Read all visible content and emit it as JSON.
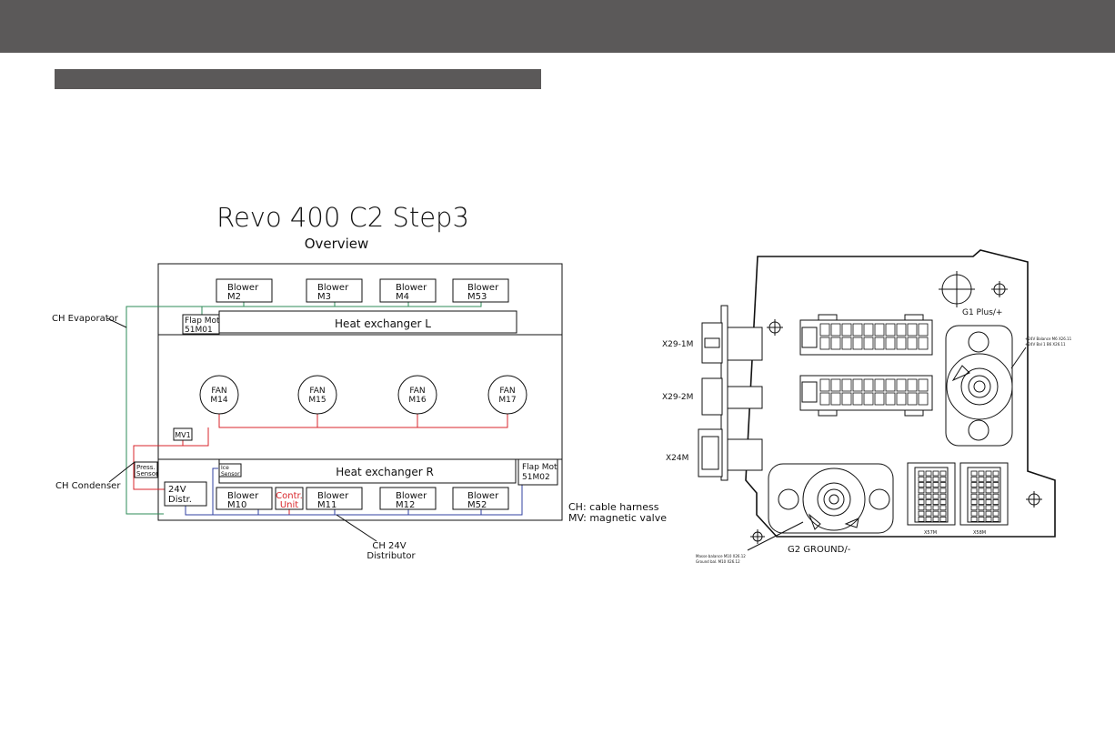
{
  "diagram": {
    "title": "Revo 400 C2 Step3",
    "subtitle": "Overview",
    "blowers_top": [
      {
        "line1": "Blower",
        "line2": "M2"
      },
      {
        "line1": "Blower",
        "line2": "M3"
      },
      {
        "line1": "Blower",
        "line2": "M4"
      },
      {
        "line1": "Blower",
        "line2": "M53"
      }
    ],
    "flap_motor_left": {
      "line1": "Flap Mot",
      "line2": "51M01"
    },
    "heat_exchanger_left": "Heat exchanger L",
    "fans": [
      {
        "line1": "FAN",
        "line2": "M14"
      },
      {
        "line1": "FAN",
        "line2": "M15"
      },
      {
        "line1": "FAN",
        "line2": "M16"
      },
      {
        "line1": "FAN",
        "line2": "M17"
      }
    ],
    "magnetic_valve": "MV1",
    "pressure_sensor": {
      "line1": "Press.",
      "line2": "Sensor"
    },
    "ice_sensor": {
      "line1": "Ice",
      "line2": "Sensor"
    },
    "heat_exchanger_right": "Heat exchanger R",
    "flap_motor_right": {
      "line1": "Flap Mot",
      "line2": "51M02"
    },
    "distributor": {
      "line1": "24V",
      "line2": "Distr."
    },
    "control_unit": {
      "line1": "Contr.",
      "line2": "Unit"
    },
    "blowers_bottom": [
      {
        "line1": "Blower",
        "line2": "M10"
      },
      {
        "line1": "Blower",
        "line2": "M11"
      },
      {
        "line1": "Blower",
        "line2": "M12"
      },
      {
        "line1": "Blower",
        "line2": "M52"
      }
    ],
    "callouts": {
      "evaporator": "CH Evaporator",
      "condenser": "CH Condenser",
      "distributor_l1": "CH 24V",
      "distributor_l2": "Distributor"
    },
    "legend": {
      "line1": "CH: cable harness",
      "line2": "MV: magnetic valve"
    },
    "colors": {
      "green": "#2e8b57",
      "red": "#d9262b",
      "blue": "#3040a0",
      "control_unit": "#d9262b"
    }
  },
  "plate": {
    "connectors_left": [
      "X29-1M",
      "X29-2M",
      "X24M"
    ],
    "connector_bottom": [
      "X57M",
      "X58M"
    ],
    "positive_label": "G1 Plus/+",
    "positive_note_l1": "+24V Balance M6 X26.11",
    "positive_note_l2": "+24V Bal 1 B6 X26.11",
    "ground_label": "G2 GROUND/-",
    "ground_note_l1": "Masse balance M10 X26.12",
    "ground_note_l2": "Ground bal. M10 X26.12"
  }
}
